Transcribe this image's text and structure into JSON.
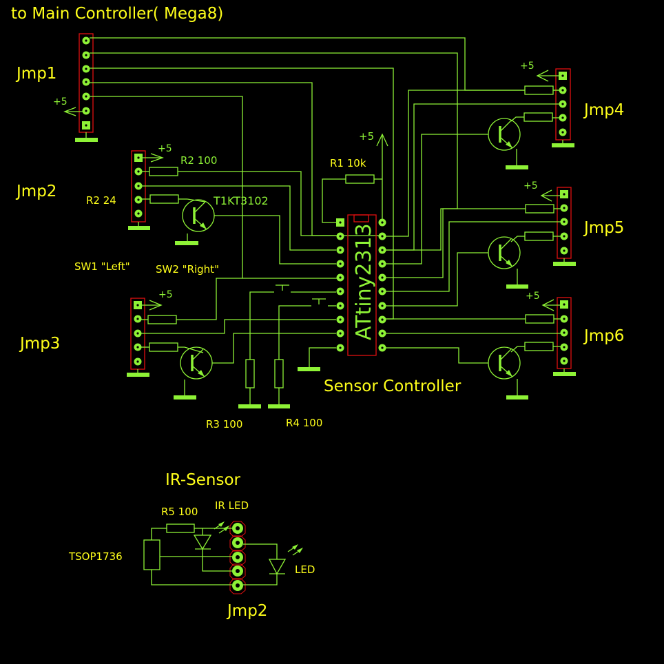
{
  "title": "to Main Controller( Mega8)",
  "colors": {
    "background": "#000000",
    "wire": "#8ef236",
    "label": "#ffff1a",
    "outline": "#e01010"
  },
  "jumpers": {
    "jmp1": "Jmp1",
    "jmp2": "Jmp2",
    "jmp3": "Jmp3",
    "jmp4": "Jmp4",
    "jmp5": "Jmp5",
    "jmp6": "Jmp6",
    "jmp2_ir": "Jmp2"
  },
  "power_label": "+5",
  "components": {
    "r2_100": "R2 100",
    "r2_24": "R2 24",
    "transistor": "T1KT3102",
    "r1": "R1 10k",
    "sw1": "SW1 \"Left\"",
    "sw2": "SW2 \"Right\"",
    "r3": "R3 100",
    "r4": "R4 100",
    "mcu": "ATtiny2313",
    "controller": "Sensor Controller"
  },
  "ir_sensor": {
    "title": "IR-Sensor",
    "r5": "R5 100",
    "ir_led": "IR LED",
    "receiver": "TSOP1736",
    "led": "LED"
  }
}
